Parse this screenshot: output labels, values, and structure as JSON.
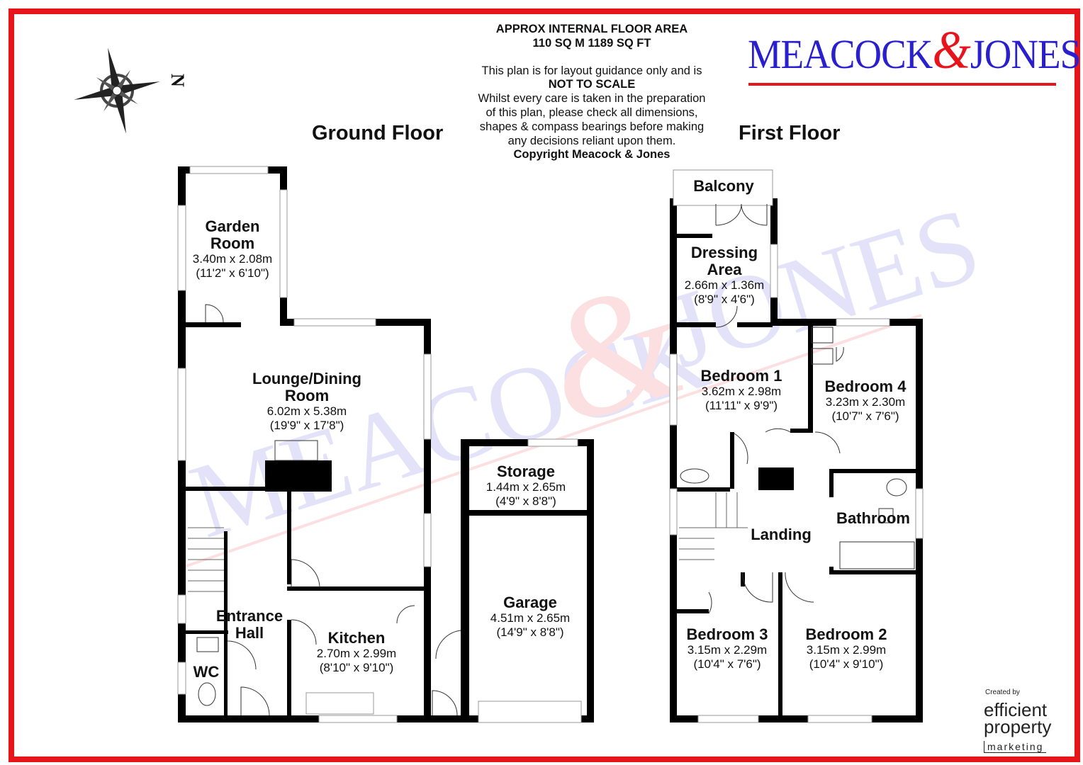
{
  "header": {
    "area_title": "APPROX INTERNAL FLOOR AREA",
    "area_value": "110 SQ M 1189 SQ FT",
    "disclaimer_line1": "This plan is for layout guidance only and is",
    "disclaimer_bold": "NOT TO SCALE",
    "disclaimer_line2": "Whilst every care is taken in the preparation",
    "disclaimer_line3": "of this plan, please check all dimensions,",
    "disclaimer_line4": "shapes & compass bearings before making",
    "disclaimer_line5": "any decisions reliant upon them.",
    "copyright": "Copyright Meacock & Jones"
  },
  "logo": {
    "part1": "MEACOCK",
    "amp": "&",
    "part2": "JONES",
    "brand_blue": "#2a1fcf",
    "brand_red": "#e8141c"
  },
  "compass": {
    "icon": "compass-rose-icon",
    "north_label": "N"
  },
  "floors": {
    "ground": {
      "title": "Ground Floor",
      "rooms": [
        {
          "name": "Garden",
          "name2": "Room",
          "metric": "3.40m x 2.08m",
          "imperial": "(11'2\" x 6'10\")"
        },
        {
          "name": "Lounge/Dining",
          "name2": "Room",
          "metric": "6.02m x 5.38m",
          "imperial": "(19'9\" x 17'8\")"
        },
        {
          "name": "Storage",
          "name2": "",
          "metric": "1.44m x 2.65m",
          "imperial": "(4'9\" x 8'8\")"
        },
        {
          "name": "Garage",
          "name2": "",
          "metric": "4.51m x 2.65m",
          "imperial": "(14'9\" x 8'8\")"
        },
        {
          "name": "Entrance",
          "name2": "Hall",
          "metric": "",
          "imperial": ""
        },
        {
          "name": "Kitchen",
          "name2": "",
          "metric": "2.70m x 2.99m",
          "imperial": "(8'10\" x 9'10\")"
        },
        {
          "name": "WC",
          "name2": "",
          "metric": "",
          "imperial": ""
        }
      ]
    },
    "first": {
      "title": "First Floor",
      "rooms": [
        {
          "name": "Balcony",
          "name2": "",
          "metric": "",
          "imperial": ""
        },
        {
          "name": "Dressing",
          "name2": "Area",
          "metric": "2.66m x 1.36m",
          "imperial": "(8'9\" x 4'6\")"
        },
        {
          "name": "Bedroom 1",
          "name2": "",
          "metric": "3.62m x 2.98m",
          "imperial": "(11'11\" x 9'9\")"
        },
        {
          "name": "Bedroom 4",
          "name2": "",
          "metric": "3.23m x 2.30m",
          "imperial": "(10'7\" x 7'6\")"
        },
        {
          "name": "Bathroom",
          "name2": "",
          "metric": "",
          "imperial": ""
        },
        {
          "name": "Landing",
          "name2": "",
          "metric": "",
          "imperial": ""
        },
        {
          "name": "Bedroom 3",
          "name2": "",
          "metric": "3.15m x 2.29m",
          "imperial": "(10'4\" x 7'6\")"
        },
        {
          "name": "Bedroom 2",
          "name2": "",
          "metric": "3.15m x 2.99m",
          "imperial": "(10'4\" x 9'10\")"
        }
      ]
    }
  },
  "credit": {
    "label": "Created by",
    "line1": "efficient",
    "line2": "property",
    "line3": "marketing"
  },
  "watermark": {
    "text1": "MEACOCK",
    "amp": "&",
    "text2": "JONES"
  }
}
